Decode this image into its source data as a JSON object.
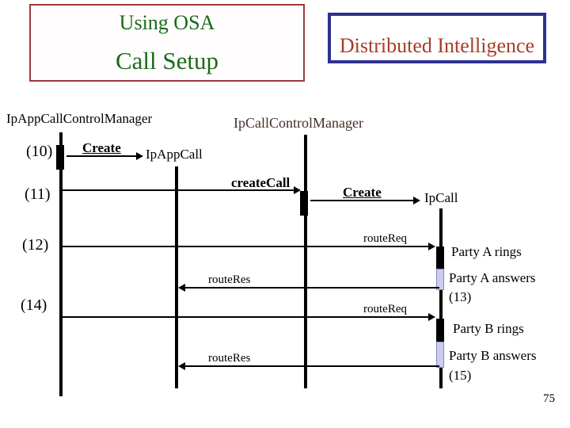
{
  "slide": {
    "title_line1": "Using OSA",
    "title_line2": "Call Setup",
    "badge_label": "Distributed Intelligence",
    "page_number": "75"
  },
  "colors": {
    "title_text_green": "#1a6b1a",
    "title_box_border_maroon": "#9b3a3a",
    "badge_border_blue": "#2e3192",
    "badge_text_red": "#a83d28",
    "diagram_ink": "#000000",
    "answer_bar_lavender": "#ccccee",
    "middle_header_text": "#442f2a"
  },
  "diagram": {
    "lifeline_headers": [
      {
        "label": "IpAppCallControlManager"
      },
      {
        "label": "IpCallControlManager"
      }
    ],
    "object_labels": [
      {
        "label": "IpAppCall"
      },
      {
        "label": "IpCall"
      }
    ],
    "step_labels": [
      {
        "label": "(10)"
      },
      {
        "label": "(11)"
      },
      {
        "label": "(12)"
      },
      {
        "label": "(14)"
      }
    ],
    "messages": [
      {
        "label": "Create"
      },
      {
        "label": "createCall"
      },
      {
        "label": "Create"
      },
      {
        "label": "routeReq"
      },
      {
        "label": "routeRes"
      },
      {
        "label": "routeReq"
      },
      {
        "label": "routeRes"
      }
    ],
    "notes": [
      {
        "label": "Party A rings"
      },
      {
        "label": "Party A answers"
      },
      {
        "label": "(13)"
      },
      {
        "label": "Party B rings"
      },
      {
        "label": "Party B answers"
      },
      {
        "label": "(15)"
      }
    ]
  }
}
